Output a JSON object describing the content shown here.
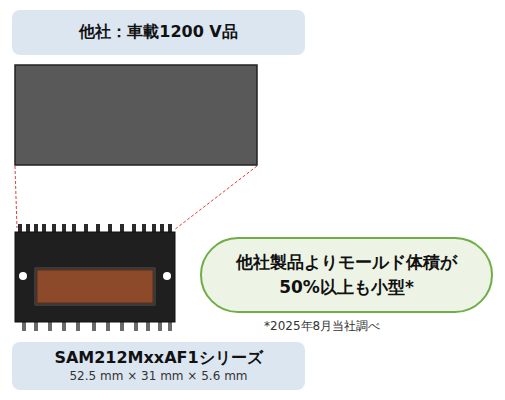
{
  "diagram": {
    "nodes": [
      {
        "text": [
          "他社：車載1200 V品"
        ]
      },
      {
        "text": [
          "他社製品よりモールド体積が 50%以上も小型*"
        ]
      },
      {
        "text": [
          "SAM212MxxAF1シリーズ",
          "52.5 mm × 31 mm × 5.6 mm"
        ]
      }
    ],
    "labels": [
      "*2025年8月当社調べ"
    ]
  }
}
